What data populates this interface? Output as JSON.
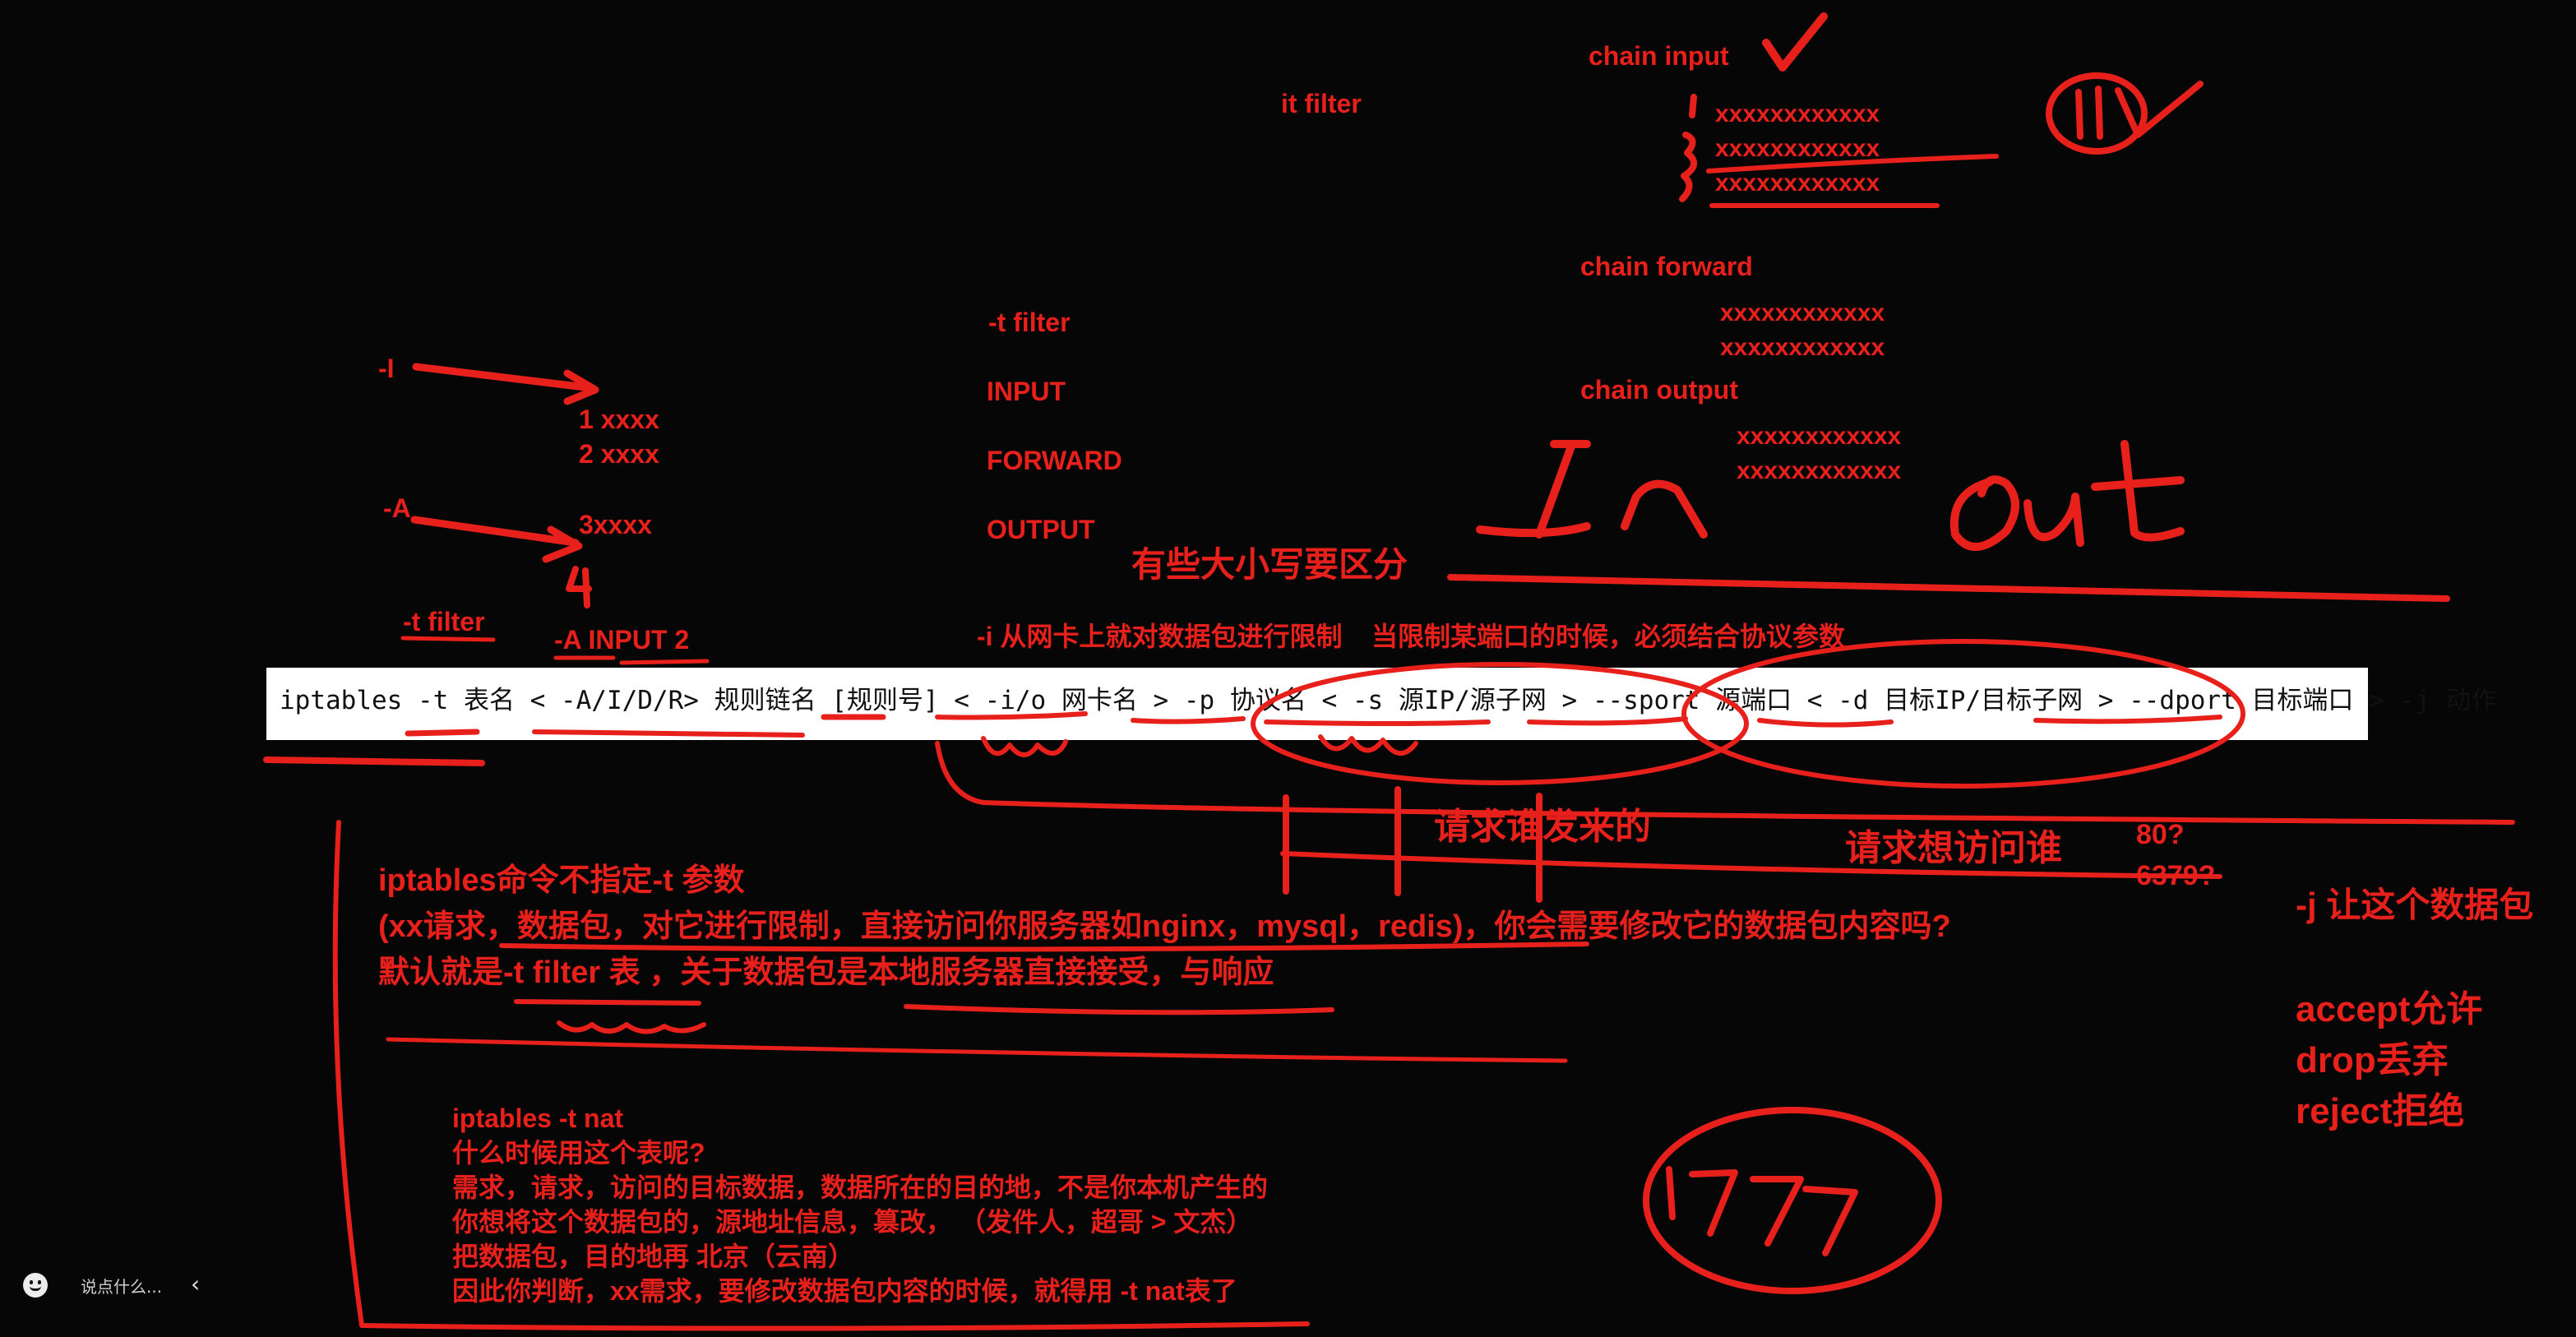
{
  "command": {
    "line": "iptables -t 表名 < -A/I/D/R> 规则链名 [规则号] < -i/o 网卡名 > -p 协议名 < -s 源IP/源子网 > --sport 源端口 < -d 目标IP/目标子网 > --dport 目标端口 > -j 动作"
  },
  "notes": {
    "chain_input": "chain   input",
    "it_filter": "it filter",
    "x1": "xxxxxxxxxxxx",
    "x2": "xxxxxxxxxxxx",
    "x3": "xxxxxxxxxxxx",
    "chain_forward": "chain  forward",
    "x4": "xxxxxxxxxxxx",
    "x5": "xxxxxxxxxxxx",
    "chain_output": "chain   output",
    "x6": "xxxxxxxxxxxx",
    "x7": "xxxxxxxxxxxx",
    "t_filter_mid": "-t filter",
    "input_label": "INPUT",
    "forward_label": "FORWARD",
    "output_label": "OUTPUT",
    "case_note": "有些大小写要区分",
    "i_note": "-i 从网卡上就对数据包进行限制",
    "port_note": "当限制某端口的时候，必须结合协议参数",
    "minus_i": "-I",
    "rule1": "1  xxxx",
    "rule2": "2 xxxx",
    "minus_a": "-A",
    "rule3": "3xxxx",
    "t_filter_left": "-t filter",
    "a_input": "-A   INPUT  2",
    "who_sent": "请求谁发来的",
    "who_visit": "请求想访问谁",
    "port80": "80?",
    "port6379": "6379?",
    "j_note": "-j  让这个数据包",
    "accept": "accept允许",
    "drop": "drop丢弃",
    "reject": "reject拒绝",
    "para1": "iptables命令不指定-t 参数",
    "para2": "(xx请求，数据包，对它进行限制，直接访问你服务器如nginx，mysql，redis)，你会需要修改它的数据包内容吗?",
    "para3": "默认就是-t  filter 表 ，关于数据包是本地服务器直接接受，与响应",
    "nat1": "iptables -t  nat",
    "nat2": "什么时候用这个表呢?",
    "nat3": "需求，请求，访问的目标数据，数据所在的目的地，不是你本机产生的",
    "nat4": "你想将这个数据包的，源地址信息，篡改，  （发件人，超哥 > 文杰）",
    "nat5": "把数据包，目的地再 北京（云南）",
    "nat6": "因此你判断，xx需求，要修改数据包内容的时候，就得用 -t  nat表了"
  },
  "comment_bar": {
    "placeholder": "说点什么...",
    "icon": "smile-icon",
    "collapse_glyph": "‹"
  },
  "colors": {
    "background": "#060606",
    "ink": "#e8201c",
    "command_bg": "#ffffff"
  }
}
